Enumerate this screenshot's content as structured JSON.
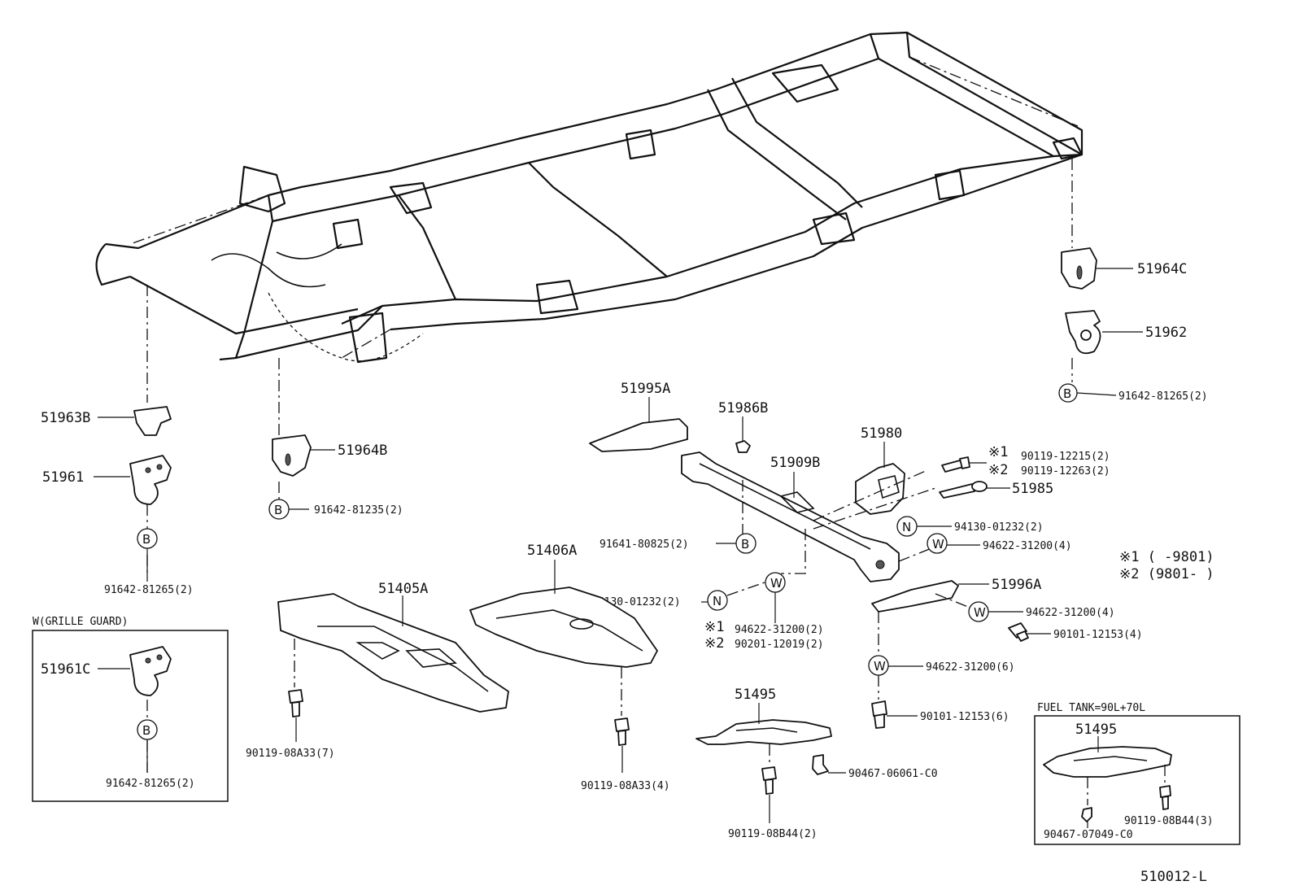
{
  "labels": {
    "p51964C": "51964C",
    "p51962": "51962",
    "p91642_81265_r": "91642-81265(2)",
    "p51995A": "51995A",
    "p51986B": "51986B",
    "p51980": "51980",
    "p51909B": "51909B",
    "s1_90119_12215": "90119-12215(2)",
    "s2_90119_12263": "90119-12263(2)",
    "p51985": "51985",
    "p94130_01232_a": "94130-01232(2)",
    "p94622_31200_4a": "94622-31200(4)",
    "p51963B": "51963B",
    "p51964B": "51964B",
    "p51961": "51961",
    "p91642_81235": "91642-81235(2)",
    "p91641_80825": "91641-80825(2)",
    "p91642_81265_l": "91642-81265(2)",
    "p51406A": "51406A",
    "p51405A": "51405A",
    "p94130_01232_b": "94130-01232(2)",
    "p51996A": "51996A",
    "p94622_31200_4b": "94622-31200(4)",
    "p90101_12153_4": "90101-12153(4)",
    "s1_94622_31200": "94622-31200(2)",
    "s2_90201_12019": "90201-12019(2)",
    "p94622_31200_6": "94622-31200(6)",
    "p51495": "51495",
    "p90101_12153_6": "90101-12153(6)",
    "p90119_08A33_7": "90119-08A33(7)",
    "p90119_08A33_4": "90119-08A33(4)",
    "p90467_06061": "90467-06061-C0",
    "p90119_08B44_2": "90119-08B44(2)",
    "p51961C": "51961C",
    "p91642_81265_box": "91642-81265(2)",
    "p51495_box": "51495",
    "p90119_08B44_3": "90119-08B44(3)",
    "p90467_07049": "90467-07049-C0",
    "ref_code": "510012-L"
  },
  "notes": {
    "mark1": "※1",
    "mark2": "※2",
    "legend1": "※1 (     -9801)",
    "legend2": "※2 (9801-     )"
  },
  "boxes": {
    "grille_title": "W(GRILLE GUARD)",
    "fuel_title": "FUEL TANK=90L+70L"
  },
  "markers": {
    "B": "B",
    "W": "W",
    "N": "N"
  }
}
